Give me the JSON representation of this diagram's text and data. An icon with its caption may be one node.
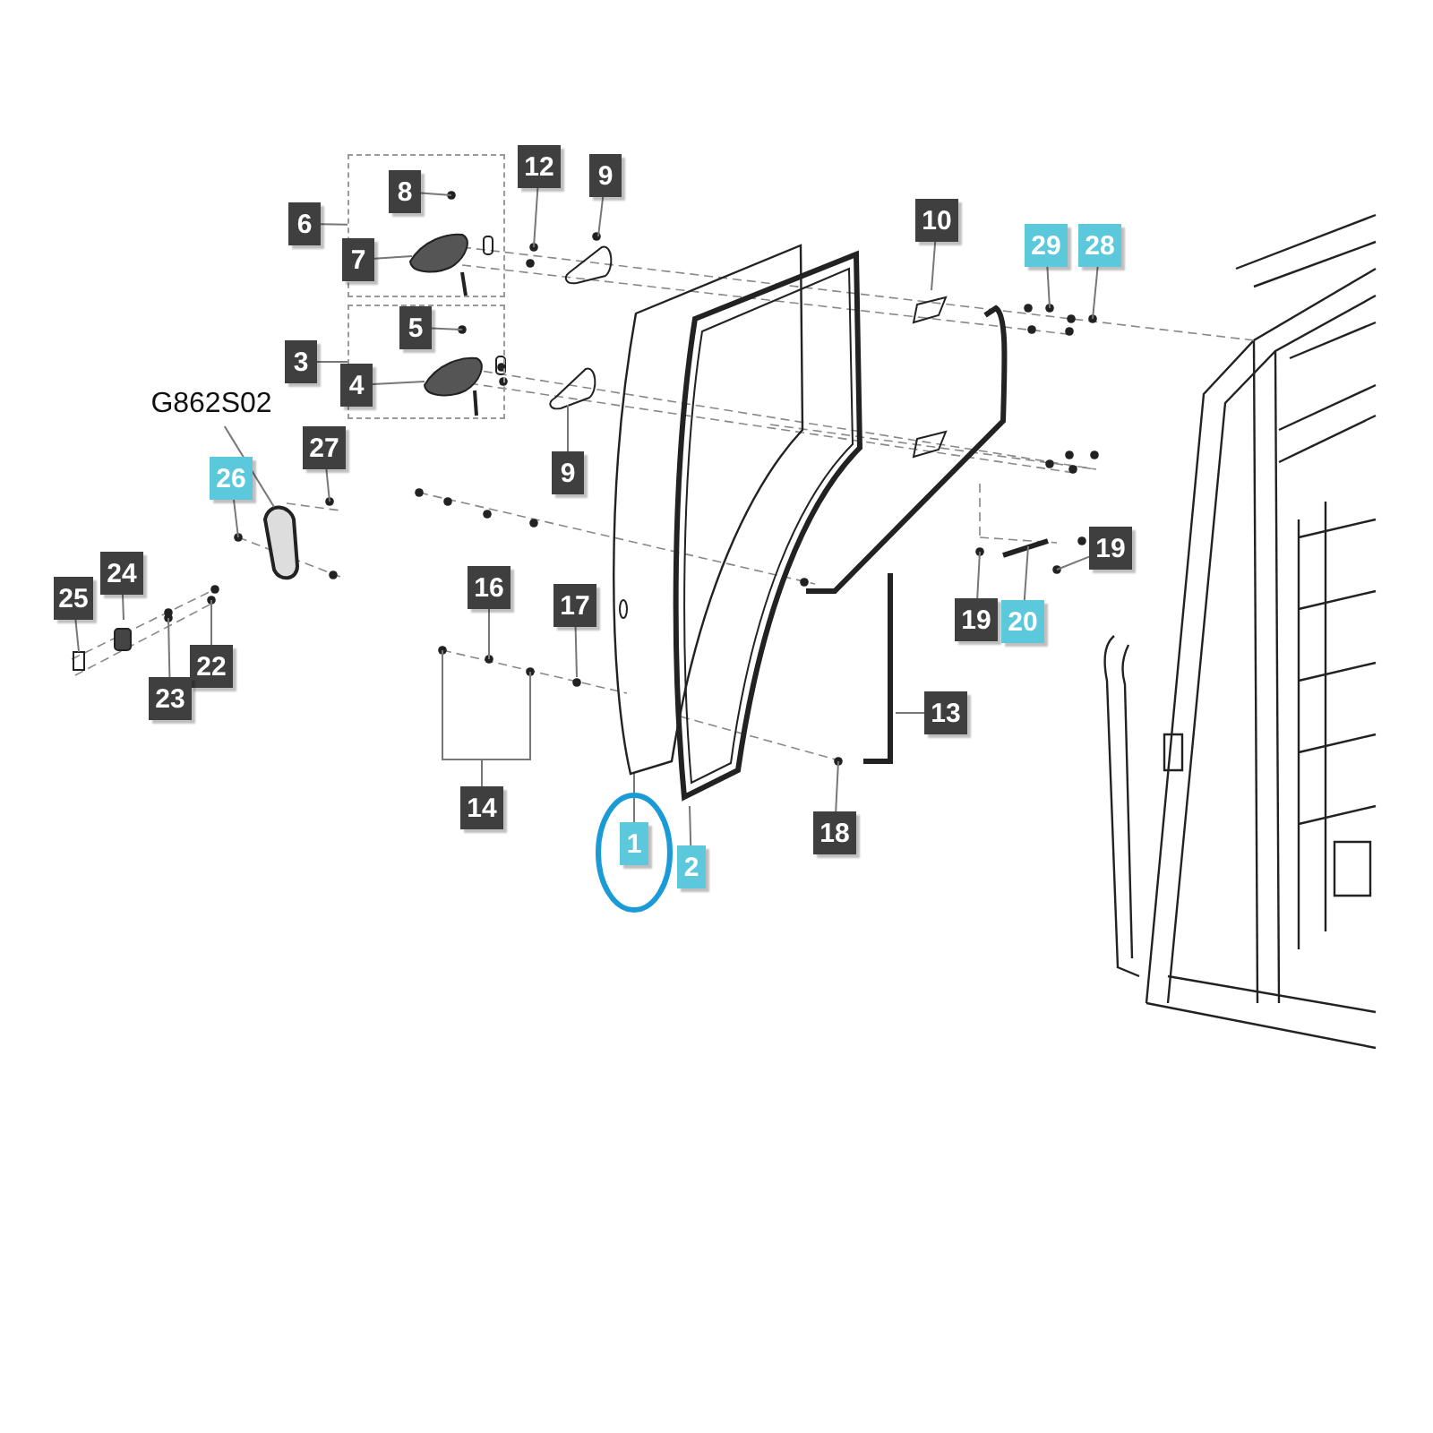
{
  "diagram": {
    "nodes": [
      {
        "text": [
          "12"
        ]
      },
      {
        "text": [
          "9"
        ]
      },
      {
        "text": [
          "6"
        ]
      },
      {
        "text": [],
        "shape": "box"
      },
      {
        "text": [
          "8"
        ],
        "in": 3
      },
      {
        "text": [
          "7"
        ]
      },
      {
        "text": [
          "10"
        ]
      },
      {
        "text": [
          "29"
        ]
      },
      {
        "text": [
          "28"
        ]
      },
      {
        "text": [
          "3"
        ]
      },
      {
        "text": [],
        "shape": "box"
      },
      {
        "text": [
          "5"
        ],
        "in": 10
      },
      {
        "text": [
          "4"
        ]
      },
      {
        "text": [
          "G862S02"
        ]
      },
      {
        "text": [
          "27"
        ]
      },
      {
        "text": [
          "26"
        ]
      },
      {
        "text": [
          "9"
        ]
      },
      {
        "text": [
          "19"
        ]
      },
      {
        "text": [
          "25"
        ]
      },
      {
        "text": [
          "24"
        ]
      },
      {
        "text": [
          "16"
        ]
      },
      {
        "text": [
          "17"
        ]
      },
      {
        "text": [
          "19"
        ]
      },
      {
        "text": [
          "20"
        ]
      },
      {
        "text": [
          "22"
        ]
      },
      {
        "text": [
          "23"
        ]
      },
      {
        "text": [
          "13"
        ]
      },
      {
        "text": [
          "14"
        ]
      },
      {
        "text": [
          "18"
        ]
      },
      {
        "text": [
          "1"
        ]
      },
      {
        "text": [
          "2"
        ]
      }
    ],
    "edges": [
      {
        "from": 0,
        "to": null,
        "arrow": "none"
      },
      {
        "from": 1,
        "to": null,
        "arrow": "none"
      },
      {
        "from": 2,
        "to": 3,
        "arrow": "none"
      },
      {
        "from": 4,
        "to": null,
        "arrow": "none"
      },
      {
        "from": 5,
        "to": null,
        "arrow": "none"
      },
      {
        "from": 6,
        "to": null,
        "arrow": "none"
      },
      {
        "from": 7,
        "to": null,
        "arrow": "none"
      },
      {
        "from": 8,
        "to": null,
        "arrow": "none"
      },
      {
        "from": 9,
        "to": 10,
        "arrow": "none"
      },
      {
        "from": 11,
        "to": null,
        "arrow": "none"
      },
      {
        "from": 12,
        "to": null,
        "arrow": "none"
      },
      {
        "from": 13,
        "to": null,
        "arrow": "none"
      },
      {
        "from": 14,
        "to": null,
        "arrow": "none"
      },
      {
        "from": 15,
        "to": null,
        "arrow": "none"
      },
      {
        "from": 16,
        "to": null,
        "arrow": "none"
      },
      {
        "from": 17,
        "to": null,
        "arrow": "none"
      },
      {
        "from": 18,
        "to": null,
        "arrow": "none"
      },
      {
        "from": 19,
        "to": null,
        "arrow": "none"
      },
      {
        "from": 20,
        "to": null,
        "arrow": "none"
      },
      {
        "from": 21,
        "to": null,
        "arrow": "none"
      },
      {
        "from": 22,
        "to": null,
        "arrow": "none"
      },
      {
        "from": 23,
        "to": null,
        "arrow": "none"
      },
      {
        "from": 24,
        "to": null,
        "arrow": "none"
      },
      {
        "from": 25,
        "to": null,
        "arrow": "none"
      },
      {
        "from": 26,
        "to": null,
        "arrow": "none"
      },
      {
        "from": 27,
        "to": null,
        "arrow": "none"
      },
      {
        "from": 27,
        "to": null,
        "arrow": "none"
      },
      {
        "from": 28,
        "to": null,
        "arrow": "none"
      },
      {
        "from": 29,
        "to": null,
        "arrow": "none"
      },
      {
        "from": 30,
        "to": null,
        "arrow": "none"
      }
    ]
  }
}
